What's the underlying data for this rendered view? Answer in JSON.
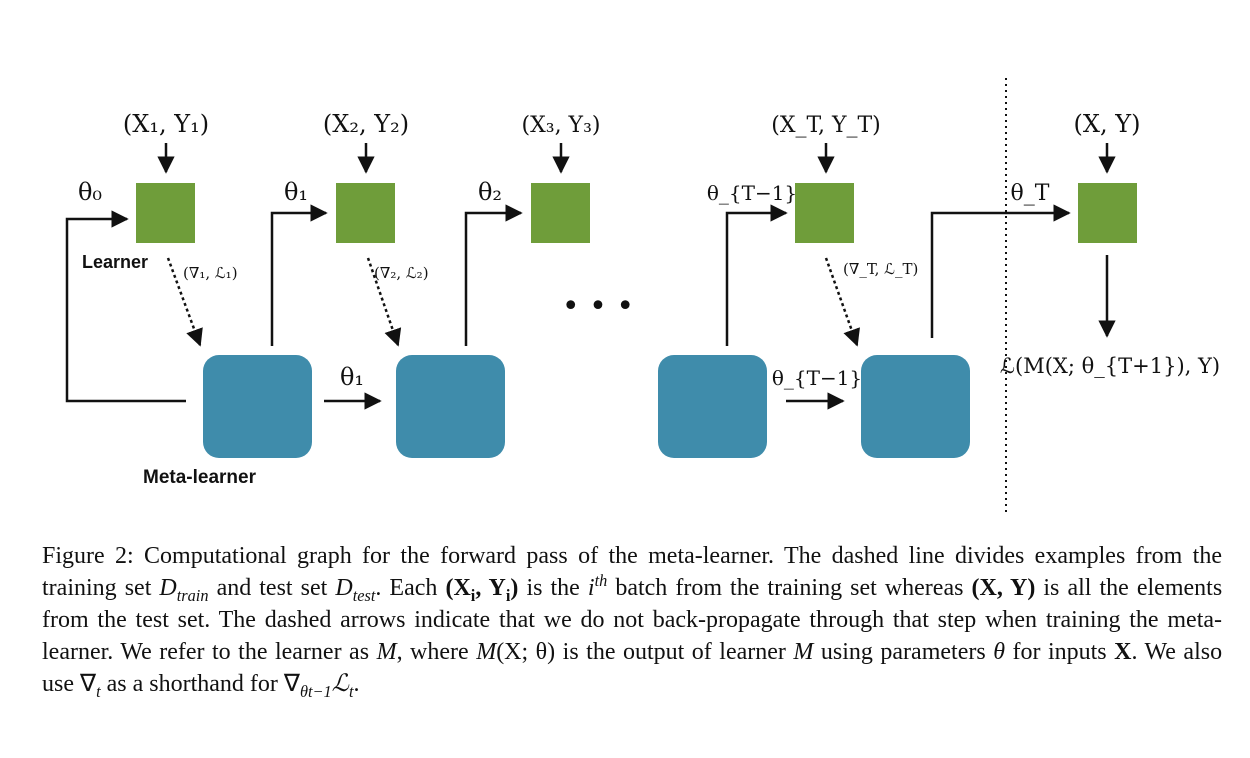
{
  "diagram": {
    "colors": {
      "learner": "#6f9d3a",
      "meta_learner": "#3f8cab",
      "line": "#111111"
    },
    "batch_labels": [
      "(X₁, Y₁)",
      "(X₂, Y₂)",
      "(X₃, Y₃)",
      "(X_T, Y_T)",
      "(X, Y)"
    ],
    "theta_inputs": [
      "θ₀",
      "θ₁",
      "θ₂",
      "θ_{T−1}",
      "θ_T"
    ],
    "meta_transfer_labels": [
      "θ₁",
      "θ_{T−1}"
    ],
    "gradient_labels": [
      "(∇₁, ℒ₁)",
      "(∇₂, ℒ₂)",
      "(∇_T, ℒ_T)"
    ],
    "learner_label": "Learner",
    "meta_learner_label": "Meta-learner",
    "ellipsis": "• • •",
    "loss_label": "ℒ(M(X; θ_{T+1}), Y)"
  },
  "caption": {
    "figure_label": "Figure 2:",
    "s1": "Computational graph for the forward pass of the meta-learner. The dashed line divides examples from the training set",
    "d_train": "D",
    "d_train_sub": "train",
    "s2": "and test set",
    "d_test": "D",
    "d_test_sub": "test",
    "s3": ". Each",
    "pair_i": "(X",
    "pair_i_sub": "i",
    "pair_mid": ", Y",
    "pair_i_sub2": "i",
    "pair_close": ")",
    "s4": "is the",
    "ith": "i",
    "ith_sup": "th",
    "s5": "batch from the training set whereas",
    "pair_xy": "(X, Y)",
    "s6": "is all the elements from the test set. The dashed arrows indicate that we do not back-propagate through that step when training the meta-learner. We refer to the learner as",
    "m1": "M",
    "s7": ", where",
    "m2": "M",
    "m2_args": "(X; θ)",
    "s8": "is the output of learner",
    "m3": "M",
    "s9": "using parameters",
    "theta": "θ",
    "s10": "for inputs",
    "x_bold": "X",
    "s11": ". We also use",
    "nabla_t": "∇",
    "nabla_t_sub": "t",
    "s12": "as a shorthand for",
    "nabla2": "∇",
    "nabla2_sub": "θt−1",
    "lt": "ℒ",
    "lt_sub": "t",
    "s13": "."
  }
}
